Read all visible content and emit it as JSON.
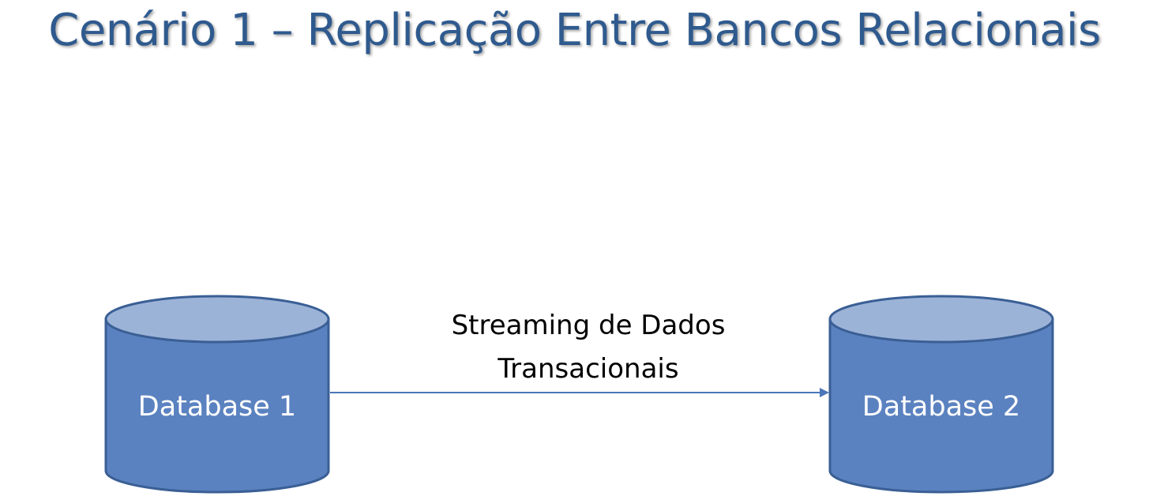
{
  "title": "Cenário 1 – Replicação Entre Bancos Relacionais",
  "nodes": [
    {
      "id": "db1",
      "label": "Database 1",
      "shape": "cylinder"
    },
    {
      "id": "db2",
      "label": "Database 2",
      "shape": "cylinder"
    }
  ],
  "edge": {
    "from": "db1",
    "to": "db2",
    "label_lines": [
      "Streaming de Dados",
      "Transacionais"
    ]
  },
  "colors": {
    "title": "#2f5a8e",
    "cylinder_body": "#5b82c0",
    "cylinder_top": "#9cb3d8",
    "cylinder_outline": "#3a5f95",
    "arrow": "#4a76b8"
  }
}
